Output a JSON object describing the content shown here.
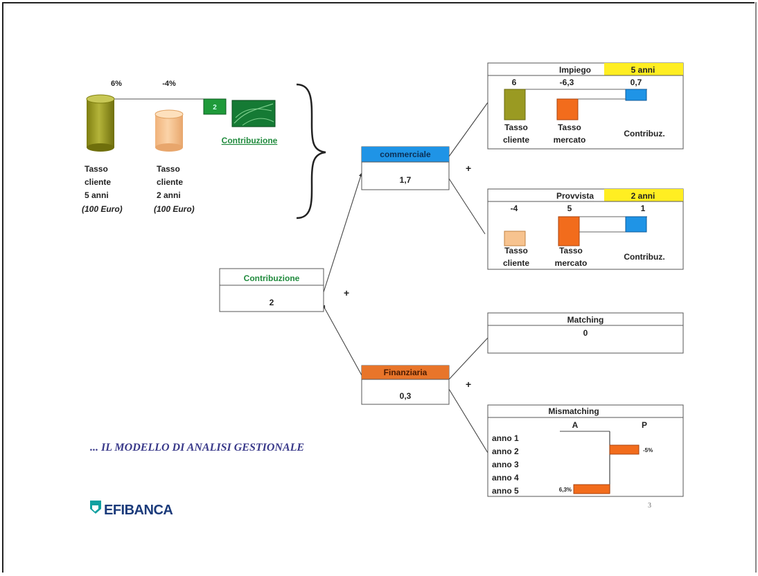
{
  "top_left": {
    "pct_a": "6%",
    "pct_b": "-4%",
    "small_box_value": "2",
    "contribuzione_label": "Contribuzione",
    "cyl_a_lines": [
      "Tasso",
      "cliente",
      "5 anni",
      "(100 Euro)"
    ],
    "cyl_b_lines": [
      "Tasso",
      "cliente",
      "2 anni",
      "(100 Euro)"
    ]
  },
  "root": {
    "title": "Contribuzione",
    "value": "2",
    "plus": "+"
  },
  "commerciale": {
    "title": "commerciale",
    "value": "1,7",
    "plus": "+"
  },
  "finanziaria": {
    "title": "Finanziaria",
    "value": "0,3",
    "plus": "+"
  },
  "impiego": {
    "title": "Impiego",
    "tag": "5 anni",
    "values": [
      "6",
      "-6,3",
      "0,7"
    ],
    "labels": [
      [
        "Tasso",
        "cliente"
      ],
      [
        "Tasso",
        "mercato"
      ],
      [
        "Contribuz."
      ]
    ]
  },
  "provvista": {
    "title": "Provvista",
    "tag": "2 anni",
    "values": [
      "-4",
      "5",
      "1"
    ],
    "labels": [
      [
        "Tasso",
        "cliente"
      ],
      [
        "Tasso",
        "mercato"
      ],
      [
        "Contribuz."
      ]
    ]
  },
  "matching": {
    "title": "Matching",
    "value": "0"
  },
  "mismatching": {
    "title": "Mismatching",
    "col_a": "A",
    "col_p": "P",
    "rows": [
      "anno 1",
      "anno 2",
      "anno 3",
      "anno 4",
      "anno 5"
    ],
    "bar_anno2_label": "-5%",
    "bar_anno5_label": "6,3%"
  },
  "footer": {
    "subtitle": "... IL MODELLO DI ANALISI GESTIONALE",
    "logo": "EFIBANCA",
    "page_number": "3"
  },
  "colors": {
    "olive": "#9a9a22",
    "peach": "#f7c38f",
    "orange": "#f26c1c",
    "blue": "#1f94e6",
    "yellow": "#ffee22",
    "green": "#1f8a3c",
    "teal": "#0fa0a0",
    "navy": "#1a3a7a"
  }
}
